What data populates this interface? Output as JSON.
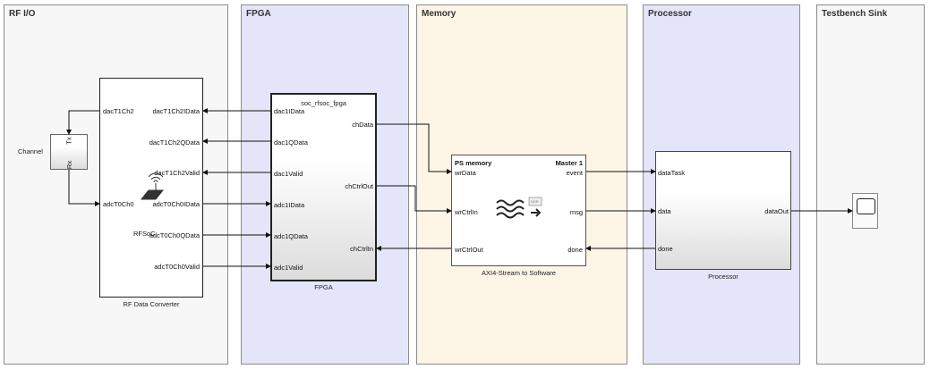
{
  "areas": {
    "rfio": "RF I/O",
    "fpga": "FPGA",
    "memory": "Memory",
    "processor": "Processor",
    "sink": "Testbench Sink"
  },
  "rf": {
    "label": "RF Data Converter",
    "in_tx": "dacT1Ch2",
    "in_rx": "adcT0Ch0",
    "icon_text": "RFSoC",
    "ports": [
      "dacT1Ch2IData",
      "dacT1Ch2QData",
      "dacT1Ch2Valid",
      "adcT0Ch0IData",
      "adcT0Ch0QData",
      "adcT0Ch0Valid"
    ]
  },
  "channel": {
    "label": "Channel",
    "tx": "Tx",
    "rx": "Rx"
  },
  "fpga": {
    "title": "soc_rfsoc_fpga",
    "label": "FPGA",
    "in_ports": [
      "dac1IData",
      "dac1QData",
      "dac1Valid",
      "adc1IData",
      "adc1QData",
      "adc1Valid"
    ],
    "out_ports": [
      "chData",
      "chCtrlOut",
      "chCtrlIn"
    ]
  },
  "mem": {
    "title": "PS memory",
    "master": "Master 1",
    "label": "AXI4-Stream to Software",
    "chip": "DDR",
    "in_ports": [
      "wrData",
      "wrCtrlIn",
      "wrCtrlOut"
    ],
    "out_ports": [
      "event",
      "msg",
      "done"
    ]
  },
  "proc": {
    "label": "Processor",
    "in_ports": [
      "dataTask",
      "data",
      "done"
    ],
    "out_port": "dataOut"
  }
}
